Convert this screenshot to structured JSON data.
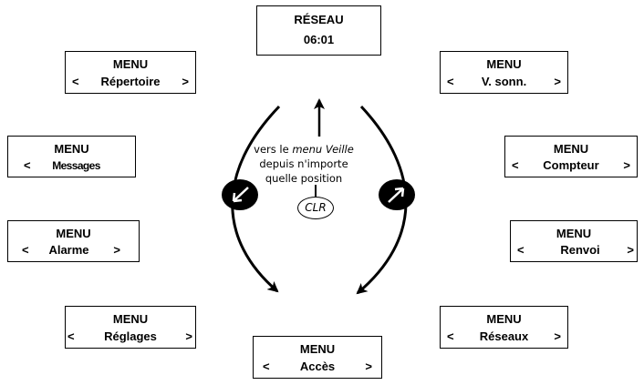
{
  "top_screen": {
    "line1": "RÉSEAU",
    "line2": "06:01"
  },
  "arrow_left": "<",
  "arrow_right": ">",
  "menus": {
    "repertoire": {
      "title": "MENU",
      "label": "Répertoire"
    },
    "messages": {
      "title": "MENU",
      "label": "Messages"
    },
    "alarme": {
      "title": "MENU",
      "label": "Alarme"
    },
    "reglages": {
      "title": "MENU",
      "label": "Réglages"
    },
    "acces": {
      "title": "MENU",
      "label": "Accès"
    },
    "reseaux": {
      "title": "MENU",
      "label": "Réseaux"
    },
    "renvoi": {
      "title": "MENU",
      "label": "Renvoi"
    },
    "compteur": {
      "title": "MENU",
      "label": "Compteur"
    },
    "vsonn": {
      "title": "MENU",
      "label": "V. sonn."
    }
  },
  "note": {
    "line1_prefix": "vers le ",
    "line1_italic": "menu Veille",
    "line2": "depuis n'importe",
    "line3": "quelle position"
  },
  "clr_button": "CLR"
}
